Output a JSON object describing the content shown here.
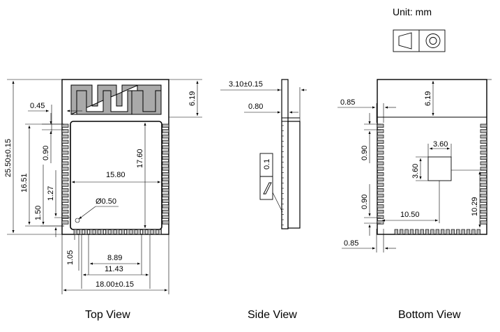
{
  "unit_label": "Unit: mm",
  "captions": {
    "top": "Top View",
    "side": "Side View",
    "bottom": "Bottom View"
  },
  "top_view": {
    "dim_antenna_height": "6.19",
    "dim_side_width": "0.45",
    "dim_pin_height": "0.90",
    "dim_total_height": "25.50±0.15",
    "dim_shield_height": "17.60",
    "dim_pitch_span": "16.51",
    "dim_shield_width": "15.80",
    "dim_hole": "Ø0.50",
    "dim_bottom_row": "1.27",
    "dim_bottom_offset": "1.50",
    "dim_bottom_gap": "1.05",
    "dim_pitch_889": "8.89",
    "dim_pitch_1143": "11.43",
    "dim_total_width": "18.00±0.15"
  },
  "side_view": {
    "dim_thickness": "3.10±0.15",
    "dim_pcb": "0.80",
    "dim_coplanarity": "0.1"
  },
  "bottom_view": {
    "dim_edge_top": "0.85",
    "dim_antenna_height": "6.19",
    "dim_pad_pitch": "0.90",
    "dim_thermal_width": "3.60",
    "dim_thermal_height": "3.60",
    "dim_pad_pitch_lower": "0.90",
    "dim_thermal_x": "10.50",
    "dim_thermal_y": "10.29",
    "dim_edge_bottom": "0.85"
  }
}
